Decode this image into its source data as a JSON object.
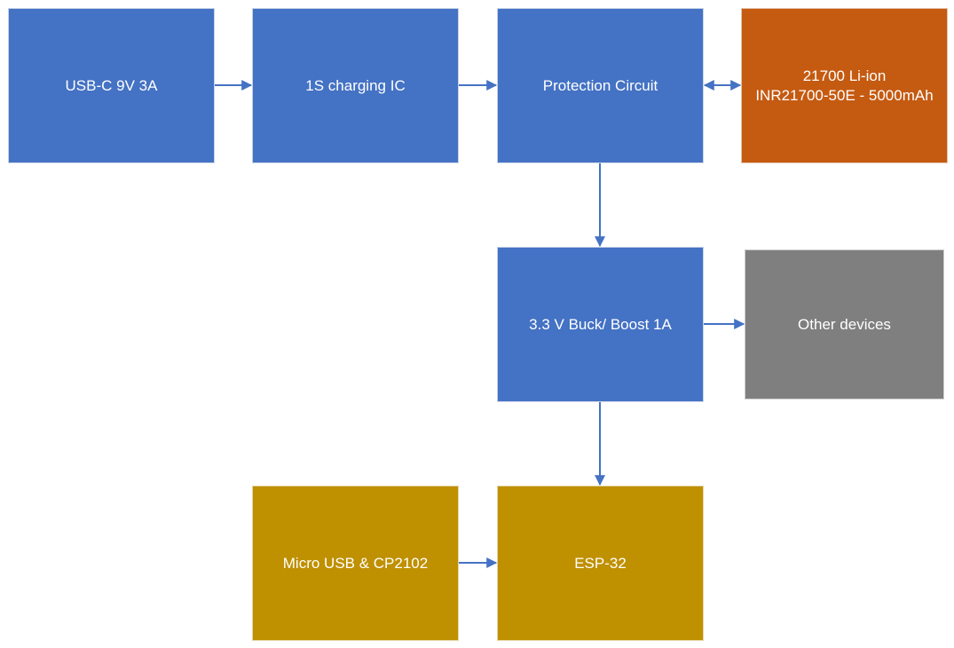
{
  "colors": {
    "blue": "#4472c4",
    "orange": "#c55a11",
    "gray": "#7f7f7f",
    "gold": "#bf9000",
    "arrow": "#4472c4"
  },
  "blocks": {
    "usbc": "USB-C 9V 3A",
    "charger": "1S charging IC",
    "protection": "Protection Circuit",
    "battery": "21700 Li-ion\nINR21700-50E - 5000mAh",
    "buckboost": "3.3 V Buck/ Boost 1A",
    "other": "Other devices",
    "microusb": "Micro USB & CP2102",
    "esp32": "ESP-32"
  },
  "connections": [
    {
      "from": "usbc",
      "to": "charger",
      "type": "one-way"
    },
    {
      "from": "charger",
      "to": "protection",
      "type": "one-way"
    },
    {
      "from": "protection",
      "to": "battery",
      "type": "two-way"
    },
    {
      "from": "protection",
      "to": "buckboost",
      "type": "one-way"
    },
    {
      "from": "buckboost",
      "to": "other",
      "type": "one-way"
    },
    {
      "from": "buckboost",
      "to": "esp32",
      "type": "one-way"
    },
    {
      "from": "microusb",
      "to": "esp32",
      "type": "one-way"
    }
  ]
}
